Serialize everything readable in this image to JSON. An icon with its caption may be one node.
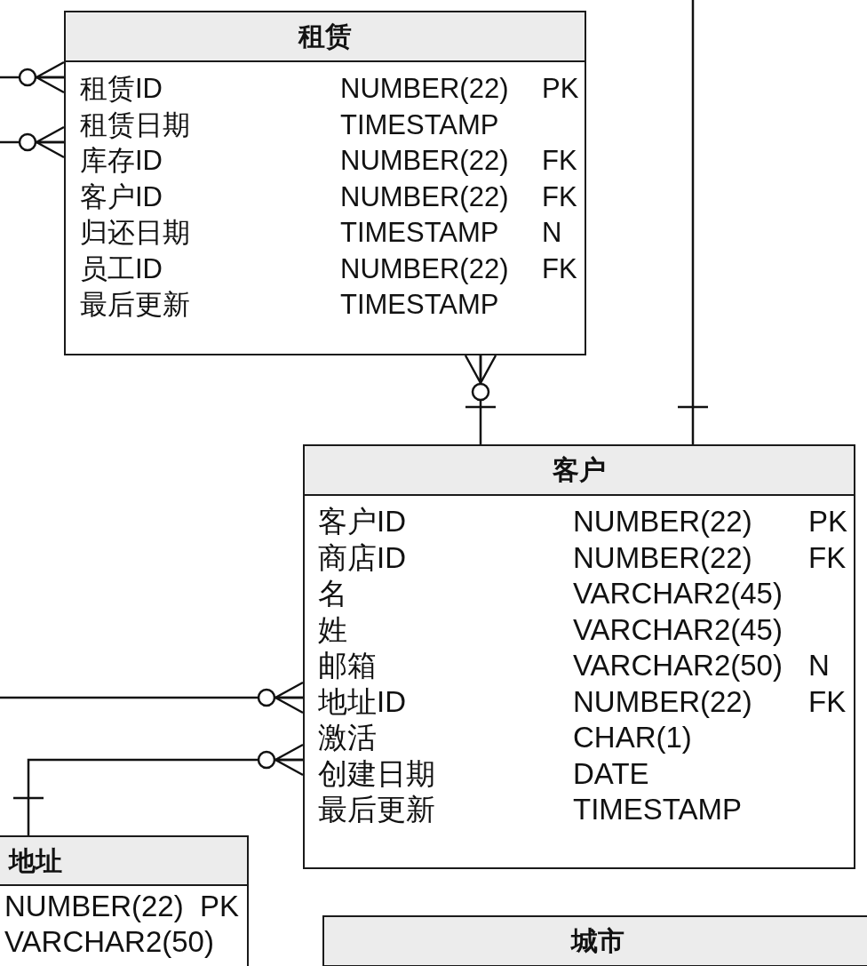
{
  "diagram": {
    "nodes": [
      {
        "text": [
          "租赁",
          "租赁ID",
          "NUMBER(22)",
          "PK",
          "租赁日期",
          "TIMESTAMP",
          "库存ID",
          "NUMBER(22)",
          "FK",
          "客户ID",
          "NUMBER(22)",
          "FK",
          "归还日期",
          "TIMESTAMP",
          "N",
          "员工ID",
          "NUMBER(22)",
          "FK",
          "最后更新",
          "TIMESTAMP"
        ]
      },
      {
        "text": [
          "客户",
          "客户ID",
          "NUMBER(22)",
          "PK",
          "商店ID",
          "NUMBER(22)",
          "FK",
          "名",
          "VARCHAR2(45)",
          "姓",
          "VARCHAR2(45)",
          "邮箱",
          "VARCHAR2(50)",
          "N",
          "地址ID",
          "NUMBER(22)",
          "FK",
          "激活",
          "CHAR(1)",
          "创建日期",
          "DATE",
          "最后更新",
          "TIMESTAMP"
        ]
      },
      {
        "text": [
          "地址",
          "NUMBER(22)",
          "PK",
          "VARCHAR2(50)"
        ]
      },
      {
        "text": [
          "城市"
        ]
      }
    ],
    "edges": [
      {
        "from": null,
        "to": 0,
        "arrow": "other"
      },
      {
        "from": null,
        "to": 0,
        "arrow": "other"
      },
      {
        "from": 1,
        "to": 0,
        "arrow": "other"
      },
      {
        "from": 1,
        "to": null,
        "arrow": "other"
      },
      {
        "from": null,
        "to": 1,
        "arrow": "other"
      },
      {
        "from": 2,
        "to": 1,
        "arrow": "other"
      }
    ]
  }
}
